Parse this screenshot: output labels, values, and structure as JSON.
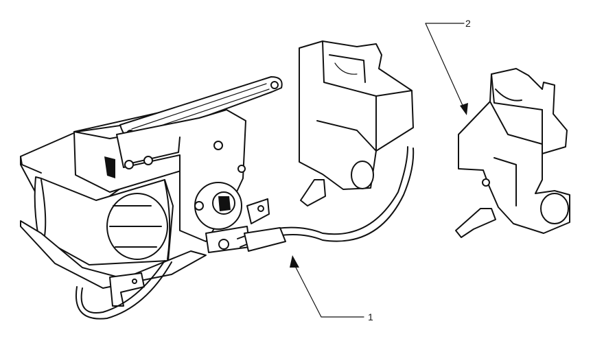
{
  "callouts": [
    {
      "id": "1",
      "label": "1",
      "part": "motor-switch-with-cable"
    },
    {
      "id": "2",
      "label": "2",
      "part": "replacement-switch"
    }
  ],
  "colors": {
    "ink": "#111111",
    "paper": "#ffffff"
  }
}
